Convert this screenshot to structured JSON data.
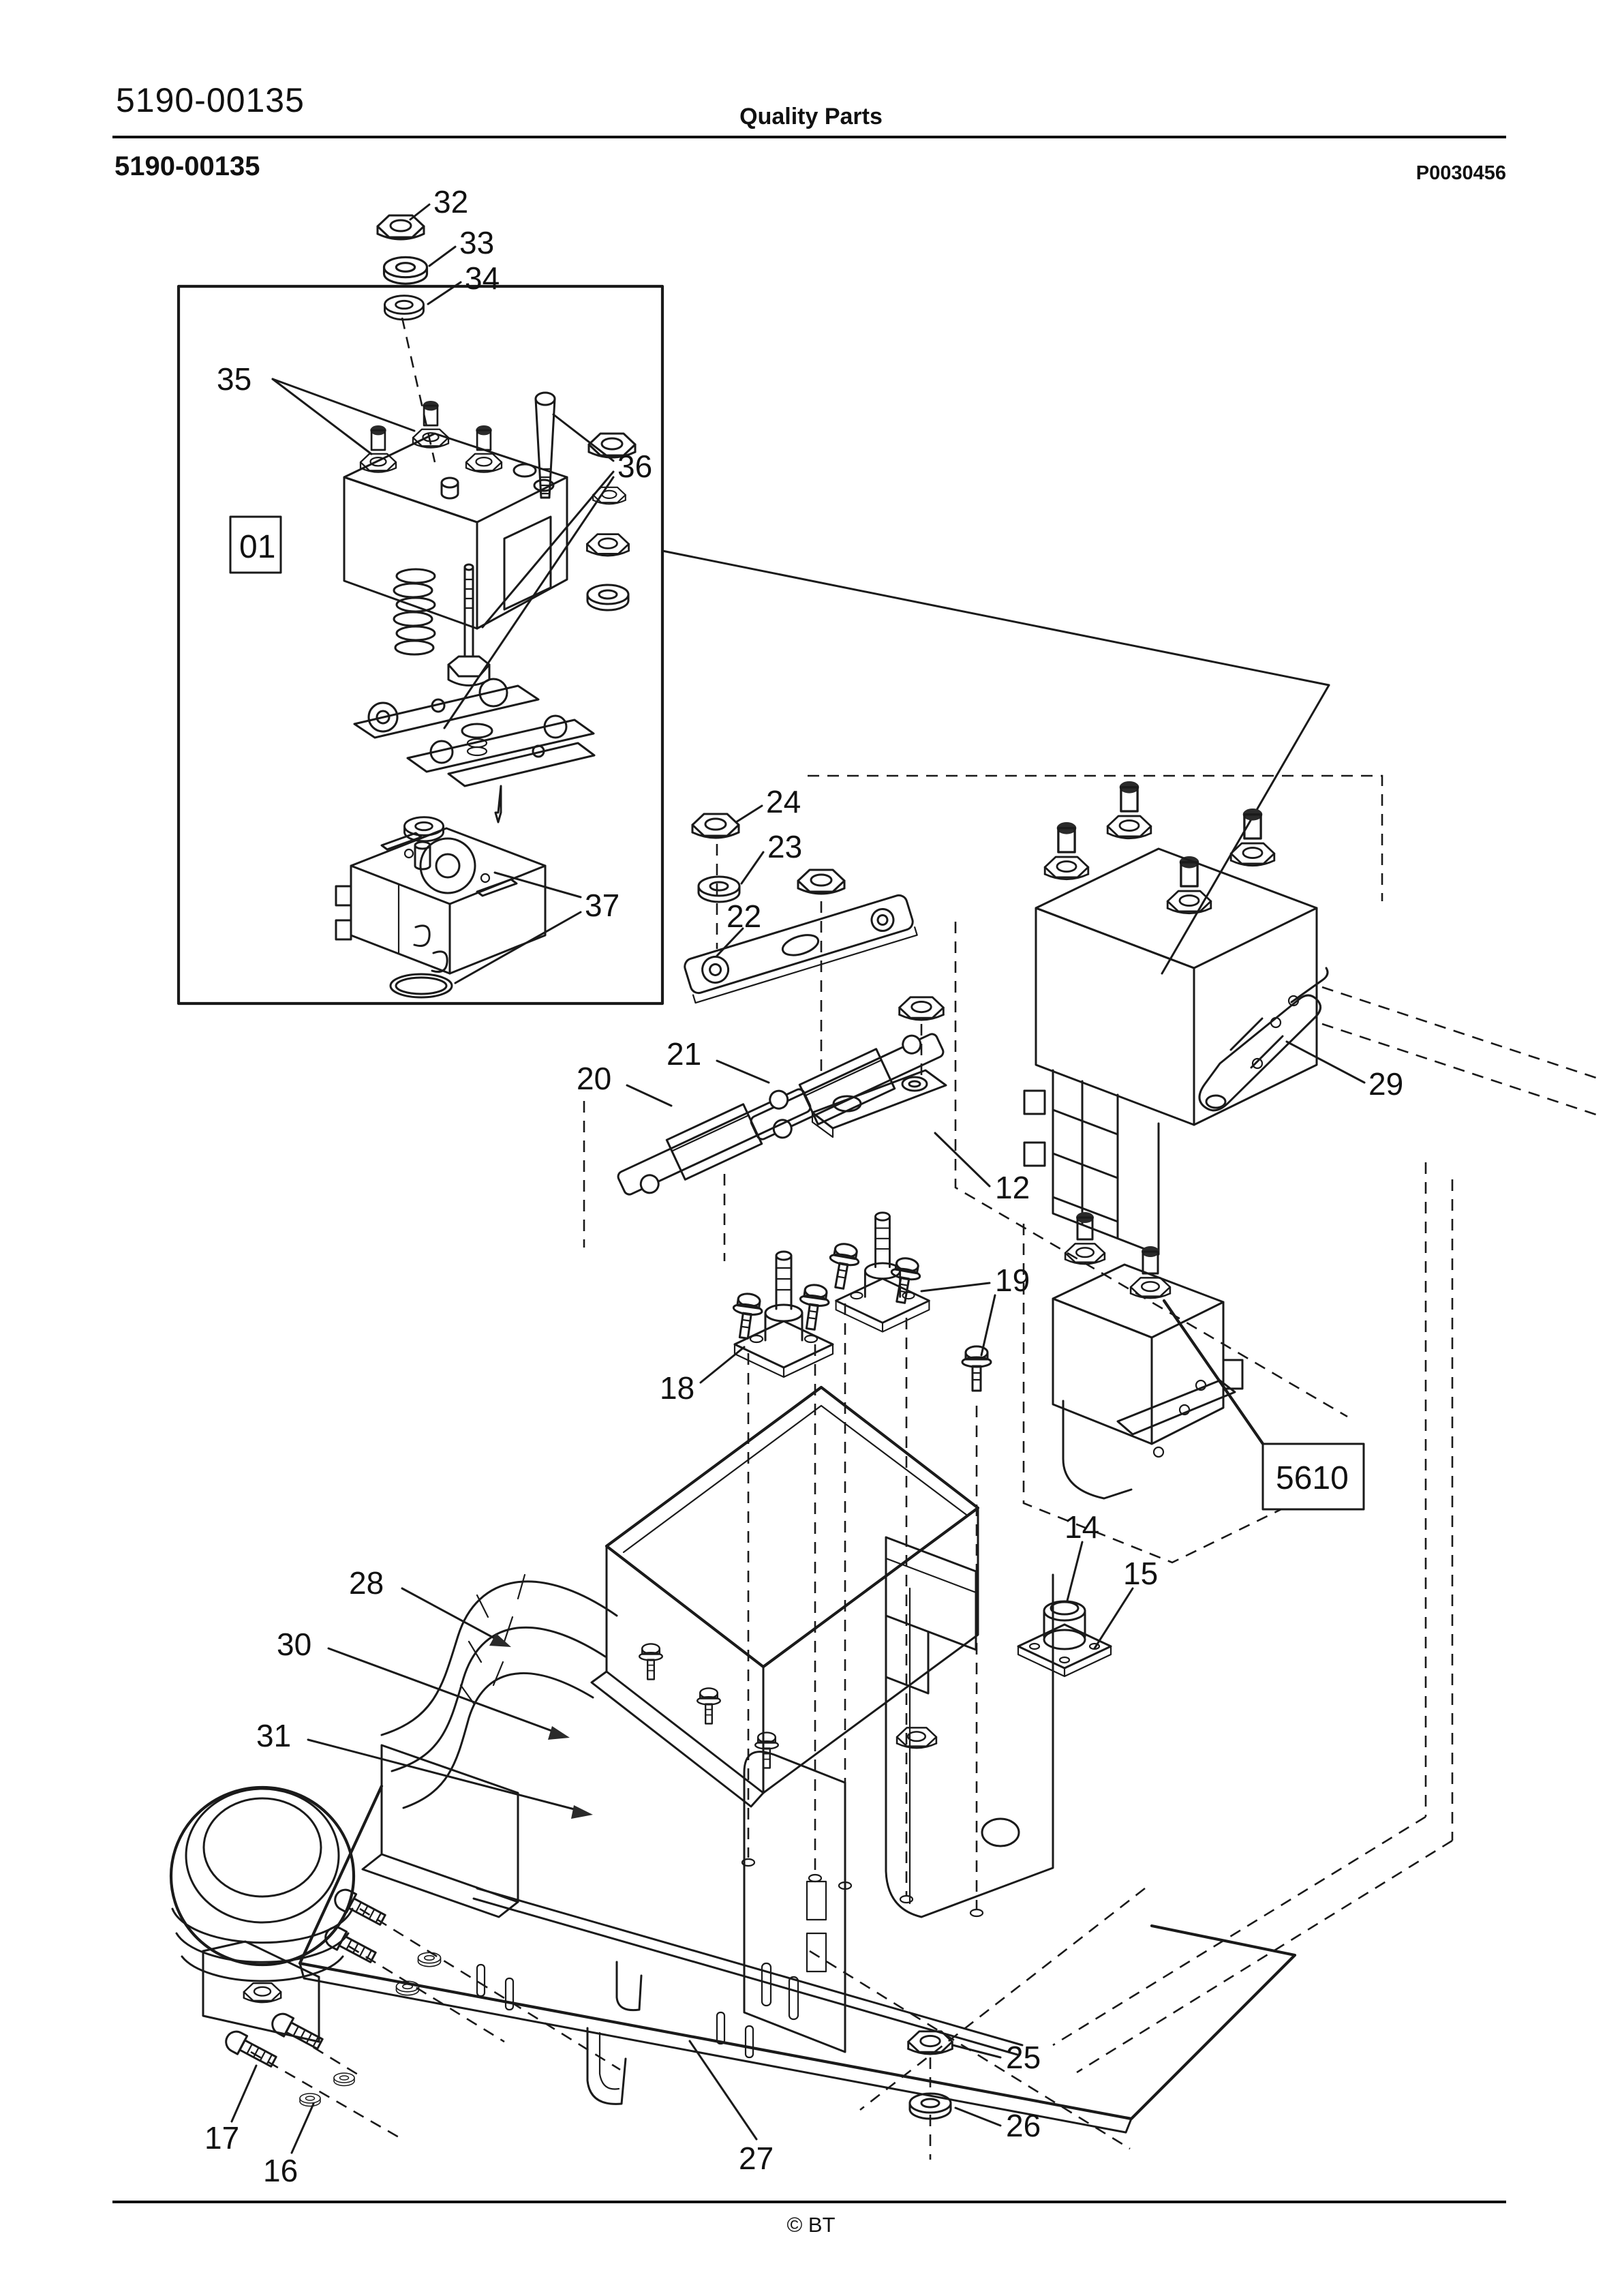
{
  "header": {
    "doc_number_top": "5190-00135",
    "title": "Quality Parts",
    "doc_number_bold": "5190-00135",
    "image_code": "P0030456"
  },
  "footer": {
    "copyright": "© BT"
  },
  "colors": {
    "ink": "#1a1a1a",
    "paper": "#ffffff"
  },
  "diagram": {
    "boxed_labels": {
      "detail_box": "01",
      "contactor_box": "5610"
    },
    "callouts": [
      {
        "label": "32"
      },
      {
        "label": "33"
      },
      {
        "label": "34"
      },
      {
        "label": "35"
      },
      {
        "label": "36"
      },
      {
        "label": "37"
      },
      {
        "label": "24"
      },
      {
        "label": "23"
      },
      {
        "label": "22"
      },
      {
        "label": "21"
      },
      {
        "label": "20"
      },
      {
        "label": "12"
      },
      {
        "label": "19"
      },
      {
        "label": "18"
      },
      {
        "label": "29"
      },
      {
        "label": "14"
      },
      {
        "label": "15"
      },
      {
        "label": "28"
      },
      {
        "label": "30"
      },
      {
        "label": "31"
      },
      {
        "label": "17"
      },
      {
        "label": "16"
      },
      {
        "label": "25"
      },
      {
        "label": "26"
      },
      {
        "label": "27"
      }
    ]
  }
}
